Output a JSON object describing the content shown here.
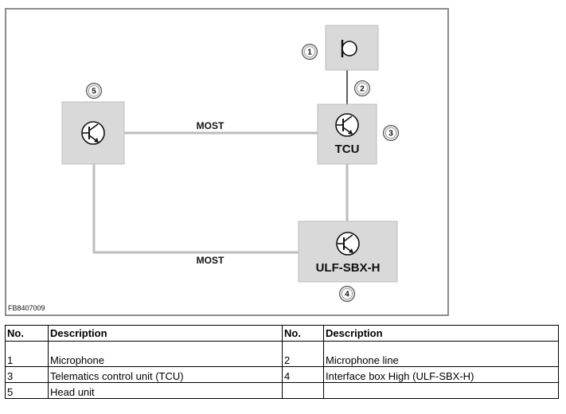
{
  "diagram": {
    "figure_ref": "FB8407009",
    "components": [
      {
        "callout": "1",
        "label": "",
        "icon": "microphone-icon"
      },
      {
        "callout": "2",
        "label": "",
        "icon": "connection-line"
      },
      {
        "callout": "3",
        "label": "TCU",
        "icon": "transistor-icon"
      },
      {
        "callout": "4",
        "label": "ULF-SBX-H",
        "icon": "transistor-icon"
      },
      {
        "callout": "5",
        "label": "",
        "icon": "transistor-icon"
      }
    ],
    "connections": [
      {
        "label": "MOST"
      },
      {
        "label": "MOST"
      }
    ],
    "colors": {
      "box_fill": "#d9d9d9",
      "box_stroke": "#bdbdbd",
      "line": "#bdbdbd",
      "frame": "#8c8c8c"
    }
  },
  "legend": {
    "headers": [
      "No.",
      "Description",
      "No.",
      "Description"
    ],
    "rows": [
      [
        "1",
        "Microphone",
        "2",
        "Microphone line"
      ],
      [
        "3",
        "Telematics control unit (TCU)",
        "4",
        "Interface box High (ULF-SBX-H)"
      ],
      [
        "5",
        "Head unit",
        "",
        ""
      ]
    ]
  }
}
